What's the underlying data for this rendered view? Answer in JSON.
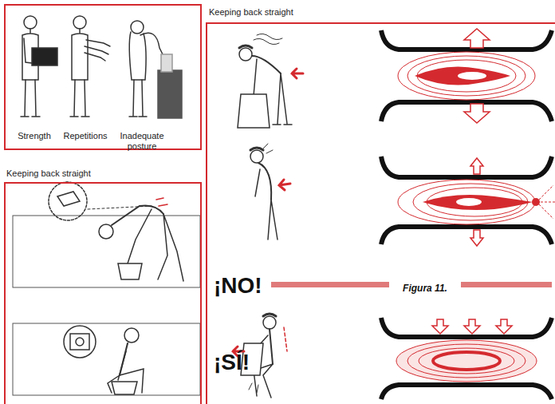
{
  "diagram": {
    "nodes": [
      {
        "text": [
          "Strength",
          "Repetitions",
          "Inadequate posture"
        ]
      },
      {
        "text": [
          "Keeping back straight"
        ]
      },
      {
        "text": [
          "Keeping back straight",
          "¡NO!",
          "Figura 11.",
          "¡SÍ!"
        ]
      }
    ]
  }
}
